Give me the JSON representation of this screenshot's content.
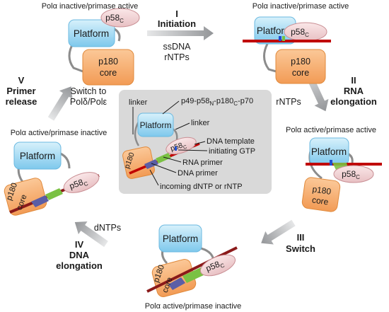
{
  "states": {
    "top_left_state": "Polα inactive/primase active",
    "top_right_state": "Polα inactive/primase active",
    "right_state": "Polα active/primase active",
    "bottom_state": "Polα active/primase inactive",
    "left_state": "Polα active/primase inactive"
  },
  "domains": {
    "platform": "Platform",
    "p58_base": "p58",
    "p58_sub": "C",
    "p180_line1": "p180",
    "p180_line2": "core",
    "p180": "p180"
  },
  "steps": {
    "step1_num": "I",
    "step1_name": "Initiation",
    "step1_cond1": "ssDNA",
    "step1_cond2": "rNTPs",
    "step2_num": "II",
    "step2_line1": "RNA",
    "step2_line2": "elongation",
    "step2_cond": "rNTPs",
    "step3_num": "III",
    "step3_name": "Switch",
    "step4_num": "IV",
    "step4_line1": "DNA",
    "step4_line2": "elongation",
    "step4_cond": "dNTPs",
    "step5_num": "V",
    "step5_line1": "Primer",
    "step5_line2": "release",
    "step5_cond1": "Switch to",
    "step5_cond2": "Polδ/Polε"
  },
  "legend": {
    "complex_p1": "p49-p58",
    "complex_s1": "N",
    "complex_p2": "-p180",
    "complex_s2": "C",
    "complex_p3": "-p70",
    "linker": "linker",
    "linker2": "linker",
    "dna_template": "DNA template",
    "initiating_gtp": "initiating GTP",
    "rna_primer": "RNA primer",
    "dna_primer": "DNA primer",
    "incoming": "incoming dNTP or rNTP"
  },
  "colors": {
    "platform_fill": "#a8dcf3",
    "p58_fill": "#f2d7d9",
    "p180_fill": "#f7b37a",
    "dna_template": "#c00000",
    "rna_primer": "#7ac143",
    "dna_primer": "#5b5ea6",
    "arrow": "#a7a9ac",
    "legend_bg": "#d9d9d9"
  }
}
